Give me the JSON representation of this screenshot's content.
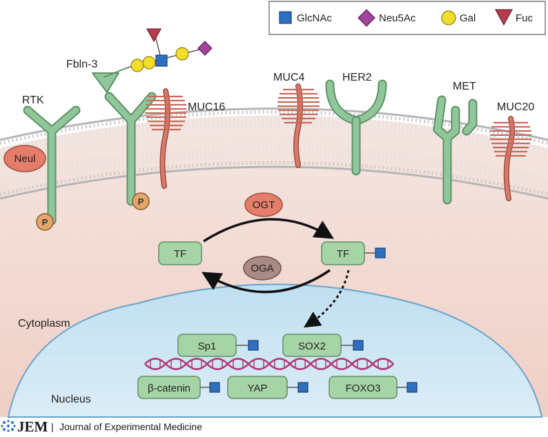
{
  "legend": {
    "items": [
      {
        "label": "GlcNAc",
        "shape": "square",
        "color": "#2f6fbf"
      },
      {
        "label": "Neu5Ac",
        "shape": "diamond",
        "color": "#a0449c"
      },
      {
        "label": "Gal",
        "shape": "circle",
        "color": "#f2dd2a"
      },
      {
        "label": "Fuc",
        "shape": "triangle",
        "color": "#b83b4b"
      }
    ]
  },
  "labels": {
    "fbln3": "Fbln-3",
    "rtk": "RTK",
    "muc16": "MUC16",
    "muc4": "MUC4",
    "her2": "HER2",
    "met": "MET",
    "muc20": "MUC20",
    "neul": "Neul",
    "phospho": "P",
    "ogt": "OGT",
    "oga": "OGA",
    "tf": "TF",
    "cytoplasm": "Cytoplasm",
    "nucleus": "Nucleus"
  },
  "nuclear_factors": [
    "Sp1",
    "SOX2",
    "β-catenin",
    "YAP",
    "FOXO3"
  ],
  "footer": {
    "logo": "JEM",
    "separator": "|",
    "journal": "Journal of Experimental Medicine"
  },
  "colors": {
    "membrane_green": "#8fc79a",
    "mucin": "#d97a6a",
    "cytoplasm": "#f4ddd6",
    "nucleus": "#cfe6f3",
    "enzyme_ogt": "#e57d6b",
    "enzyme_oga": "#a98a84",
    "dna": "#b03a78"
  }
}
